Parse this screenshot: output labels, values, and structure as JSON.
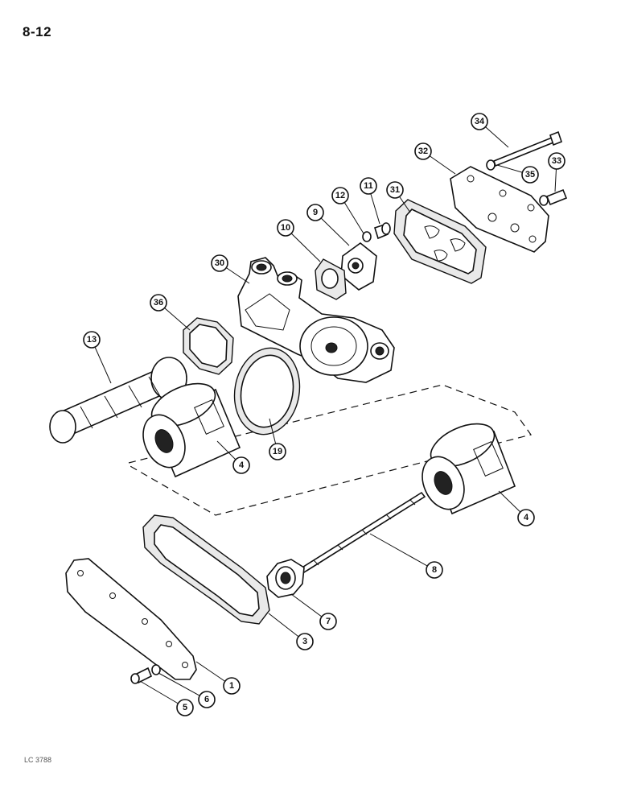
{
  "page": {
    "number": "8-12",
    "drawing_code": "LC 3788"
  },
  "callouts": {
    "c1": "1",
    "c3": "3",
    "c4a": "4",
    "c4b": "4",
    "c5": "5",
    "c6": "6",
    "c7": "7",
    "c8": "8",
    "c9": "9",
    "c10": "10",
    "c11": "11",
    "c12": "12",
    "c13": "13",
    "c19": "19",
    "c30": "30",
    "c31": "31",
    "c32": "32",
    "c33": "33",
    "c34": "34",
    "c35": "35",
    "c36": "36"
  }
}
